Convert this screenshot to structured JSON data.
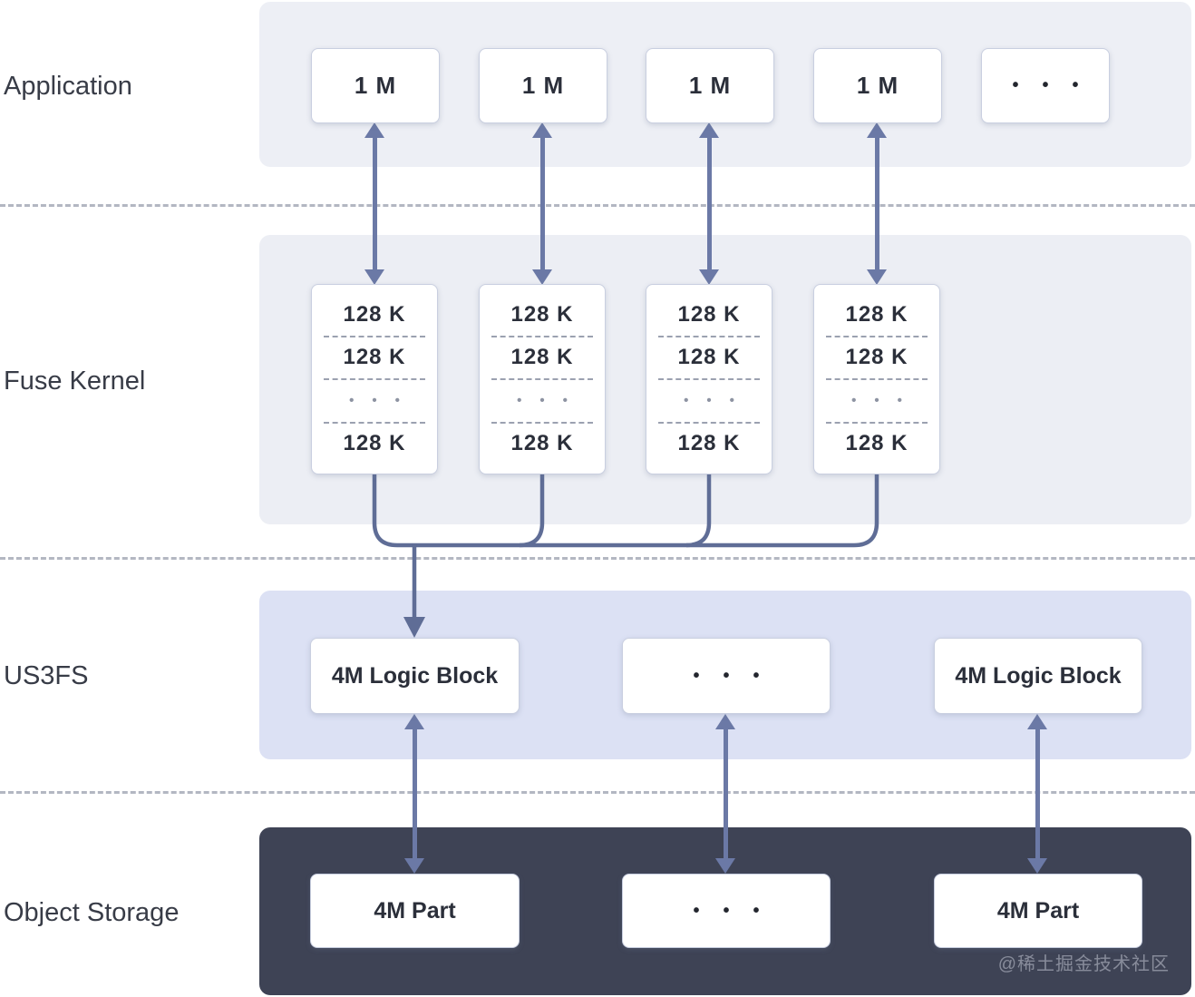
{
  "labels": {
    "application": "Application",
    "fuse_kernel": "Fuse Kernel",
    "us3fs": "US3FS",
    "object_storage": "Object Storage"
  },
  "application": {
    "boxes": [
      "1 M",
      "1 M",
      "1 M",
      "1 M",
      "•••"
    ]
  },
  "fuse_kernel": {
    "boxes": [
      [
        "128 K",
        "128 K",
        "•••",
        "128 K"
      ],
      [
        "128 K",
        "128 K",
        "•••",
        "128 K"
      ],
      [
        "128 K",
        "128 K",
        "•••",
        "128 K"
      ],
      [
        "128 K",
        "128 K",
        "•••",
        "128 K"
      ]
    ]
  },
  "us3fs": {
    "boxes": [
      "4M Logic Block",
      "•••",
      "4M Logic Block"
    ]
  },
  "object_storage": {
    "boxes": [
      "4M Part",
      "•••",
      "4M Part"
    ]
  },
  "watermark": "@稀土掘金技术社区",
  "colors": {
    "band_light": "#edeff5",
    "band_us3fs": "#dce1f4",
    "band_object_dark": "#3e4355",
    "arrow_accent": "#6b79a6",
    "connector": "#5f6d96",
    "box_border": "#c9cfe0",
    "text_dark": "#2b2f3a",
    "dashed_separator": "#b3b7c2"
  }
}
